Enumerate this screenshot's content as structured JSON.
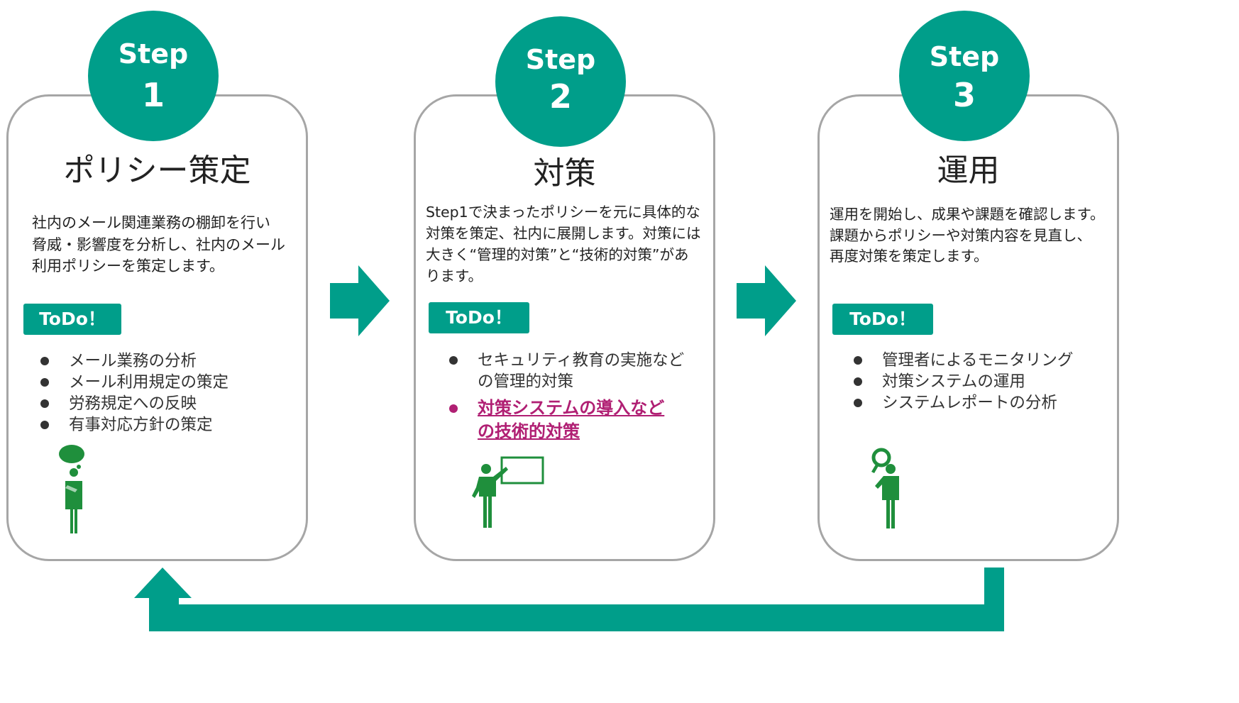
{
  "colors": {
    "accent": "#009e8a",
    "highlight": "#b01f73",
    "border": "#a6a6a6",
    "figure": "#1f8f3c"
  },
  "steps": [
    {
      "step_word": "Step",
      "step_number": "1",
      "title": "ポリシー策定",
      "description": [
        "社内のメール関連業務の棚卸を行い",
        "脅威・影響度を分析し、社内のメール",
        "利用ポリシーを策定します。"
      ],
      "todo_label": "ToDo！",
      "items": [
        {
          "lines": [
            "メール業務の分析"
          ],
          "highlight": false
        },
        {
          "lines": [
            "メール利用規定の策定"
          ],
          "highlight": false
        },
        {
          "lines": [
            "労務規定への反映"
          ],
          "highlight": false
        },
        {
          "lines": [
            "有事対応方針の策定"
          ],
          "highlight": false
        }
      ],
      "icon": "thinking-person-icon"
    },
    {
      "step_word": "Step",
      "step_number": "2",
      "title": "対策",
      "description": [
        "Step1で決まったポリシーを元に具体的な",
        "対策を策定、社内に展開します。対策には",
        "大きく“管理的対策”と“技術的対策”があ",
        "ります。"
      ],
      "todo_label": "ToDo！",
      "items": [
        {
          "lines": [
            "セキュリティ教育の実施など",
            "の管理的対策"
          ],
          "highlight": false
        },
        {
          "lines": [
            "対策システムの導入など",
            "の技術的対策"
          ],
          "highlight": true
        }
      ],
      "icon": "presenter-whiteboard-icon"
    },
    {
      "step_word": "Step",
      "step_number": "3",
      "title": "運用",
      "description": [
        "運用を開始し、成果や課題を確認します。",
        "課題からポリシーや対策内容を見直し、",
        "再度対策を策定します。"
      ],
      "todo_label": "ToDo！",
      "items": [
        {
          "lines": [
            "管理者によるモニタリング"
          ],
          "highlight": false
        },
        {
          "lines": [
            "対策システムの運用"
          ],
          "highlight": false
        },
        {
          "lines": [
            "システムレポートの分析"
          ],
          "highlight": false
        }
      ],
      "icon": "person-magnifier-icon"
    }
  ]
}
